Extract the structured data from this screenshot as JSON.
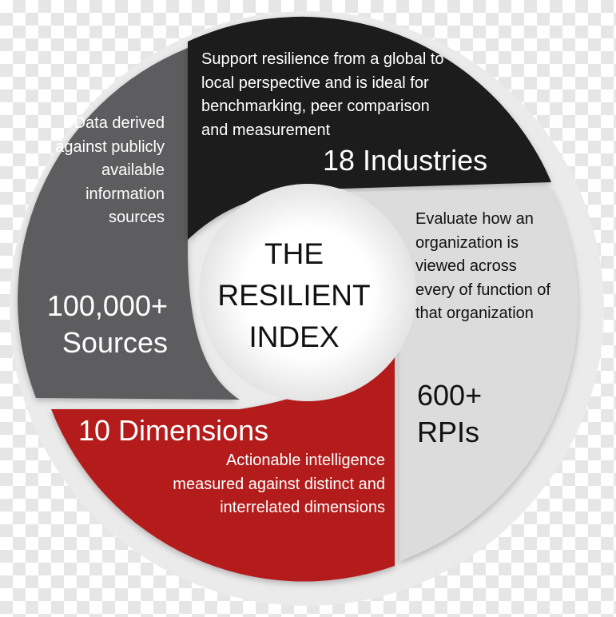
{
  "title": "THE RESILIENT INDEX",
  "segments": {
    "black": {
      "description": "Support resilience from a global to local perspective and is ideal for benchmarking, peer comparison and measurement",
      "highlight": "18 Industries",
      "color": "#1b1a1b"
    },
    "gray": {
      "description": "Data derived against publicly available information sources",
      "highlight_line1": "100,000+",
      "highlight_line2": "Sources",
      "color": "#5d5d5f"
    },
    "light": {
      "description": "Evaluate how an organization is viewed across every of function of that organization",
      "highlight_line1": "600+",
      "highlight_line2": "RPIs",
      "color": "#dcdcdc"
    },
    "red": {
      "highlight": "10 Dimensions",
      "description": "Actionable intelligence measured against distinct and interrelated dimensions",
      "color": "#b41d1f"
    }
  },
  "colors": {
    "outer_ring": "#ebebeb",
    "center": "#ffffff"
  }
}
